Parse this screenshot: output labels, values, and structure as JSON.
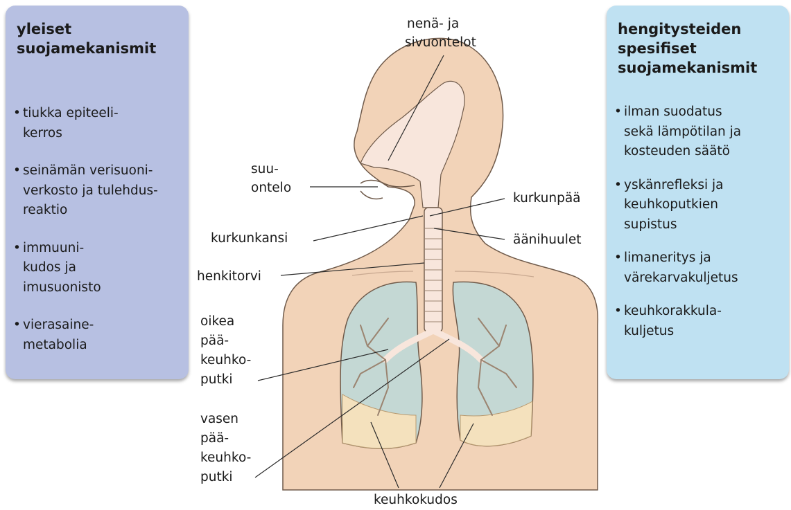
{
  "left_panel": {
    "title": "yleiset\nsuojamekanismit",
    "items": [
      "tiukka epiteeli-\nkerros",
      "seinämän verisuoni-\nverkosto ja tulehdus-\nreaktio",
      "immuuni-\nkudos ja\nimusuonisto",
      "vierasaine-\nmetabolia"
    ]
  },
  "right_panel": {
    "title": "hengitysteiden\nspesifiset\nsuojamekanismit",
    "items": [
      "ilman suodatus\nsekä lämpötilan ja\nkosteuden säätö",
      "yskänrefleksi ja\nkeuhkoputkien\nsupistus",
      "limaneritys ja\nvärekarvakuljetus",
      "keuhkorakkula-\nkuljetus"
    ]
  },
  "labels": {
    "nena_1": "nenä- ja",
    "nena_2": "sivuontelot",
    "suu_1": "suu-",
    "suu_2": "ontelo",
    "kurkunpaa": "kurkunpää",
    "kurkunkansi": "kurkunkansi",
    "aanihuulet": "äänihuulet",
    "henkitorvi": "henkitorvi",
    "oikea_1": "oikea",
    "oikea_2": "pää-",
    "oikea_3": "keuhko-",
    "oikea_4": "putki",
    "vasen_1": "vasen",
    "vasen_2": "pää-",
    "vasen_3": "keuhko-",
    "vasen_4": "putki",
    "keuhkokudos": "keuhkokudos"
  },
  "colors": {
    "left_panel_bg": "#b7c0e2",
    "right_panel_bg": "#bfe1f2",
    "skin": "#f2d3b8",
    "airway": "#f8e6dc",
    "lung": "#c4d8d4",
    "alveoli": "#f4e1bd"
  }
}
